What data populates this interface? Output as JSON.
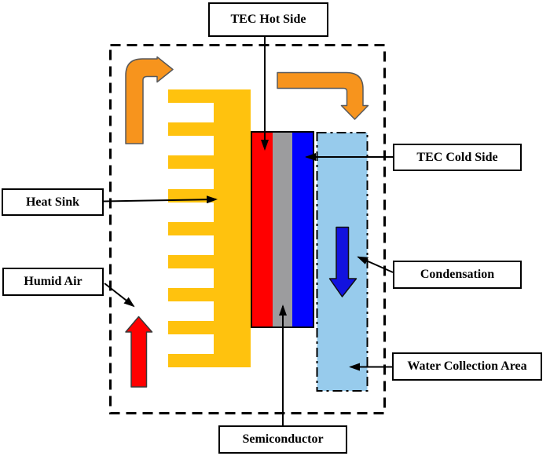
{
  "labels": {
    "tec_hot_side": "TEC Hot Side",
    "tec_cold_side": "TEC Cold Side",
    "heat_sink": "Heat Sink",
    "humid_air": "Humid Air",
    "condensation": "Condensation",
    "water_collection_area": "Water Collection Area",
    "semiconductor": "Semiconductor"
  },
  "colors": {
    "heat_sink": "#FFC20E",
    "tec_hot_side": "#FF0000",
    "semiconductor": "#9C9C9E",
    "tec_cold_side": "#0000FF",
    "water_collection_area": "#97CBEC",
    "hot_air_arrow": "#F7941D",
    "humid_air_arrow": "#FF0000",
    "condensation_arrow": "#1212DF",
    "outline": "#000000"
  },
  "arrows": [
    {
      "name": "hot-air-outflow-left",
      "shape": "bent-up-then-right",
      "color_ref": "hot_air_arrow"
    },
    {
      "name": "hot-air-outflow-right",
      "shape": "bent-right-then-down",
      "color_ref": "hot_air_arrow"
    },
    {
      "name": "humid-air-inflow",
      "shape": "straight-up",
      "color_ref": "humid_air_arrow"
    },
    {
      "name": "condensate-flow",
      "shape": "straight-down",
      "color_ref": "condensation_arrow"
    }
  ]
}
